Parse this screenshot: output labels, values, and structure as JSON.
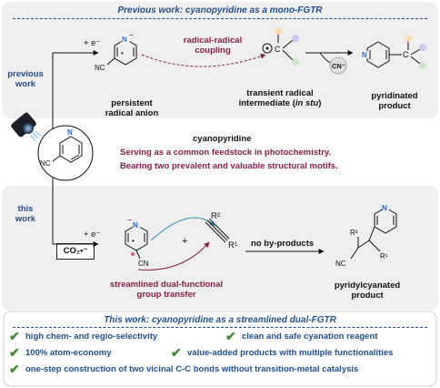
{
  "previous": {
    "header": "Previous work: cyanopyridine as a mono-FGTR",
    "side_label_line1": "previous",
    "side_label_line2": "work",
    "electron": "+ e⁻",
    "anion_label_line1": "persistent",
    "anion_label_line2": "radical anion",
    "coupling_line1": "radical-radical",
    "coupling_line2": "coupling",
    "intermediate_line1": "transient radical",
    "intermediate_line2": "intermediate (",
    "intermediate_italic": "in stu",
    "intermediate_close": ")",
    "cn_loss": "CN⁻",
    "product_line1": "pyridinated",
    "product_line2": "product"
  },
  "center": {
    "title": "cyanopyridine",
    "line1": "Serving as a common feedstock in photochemistry.",
    "line2": "Bearing two prevalent and valuable structural motifs."
  },
  "current": {
    "side_label_line1": "this",
    "side_label_line2": "work",
    "electron": "+ e⁻",
    "co2": "CO₂•⁻",
    "plus": "+",
    "r2": "R²",
    "r1": "R¹",
    "no_byproducts": "no by-products",
    "transfer_line1": "streamlined dual-functional",
    "transfer_line2": "group transfer",
    "product_line1": "pyridylcyanated",
    "product_line2": "product",
    "nc": "NC",
    "cn": "CN",
    "n_minus": "N",
    "nc_prev": "NC"
  },
  "summary": {
    "header": "This work: cyanopyridine as a streamlined dual-FGTR",
    "advantages": [
      "high chem- and regio-selectivity",
      "clean and safe cyanation reagent",
      "100% atom-economy",
      "value-added products with multiple functionalities",
      "one-step construction of two vicinal C-C bonds without transition-metal catalysis"
    ]
  },
  "colors": {
    "panel": "#efefef",
    "header_blue": "#1f4f8f",
    "maroon": "#8a1d4c",
    "ring_blue": "#2b64c6",
    "check_green": "#3e8e2a"
  }
}
